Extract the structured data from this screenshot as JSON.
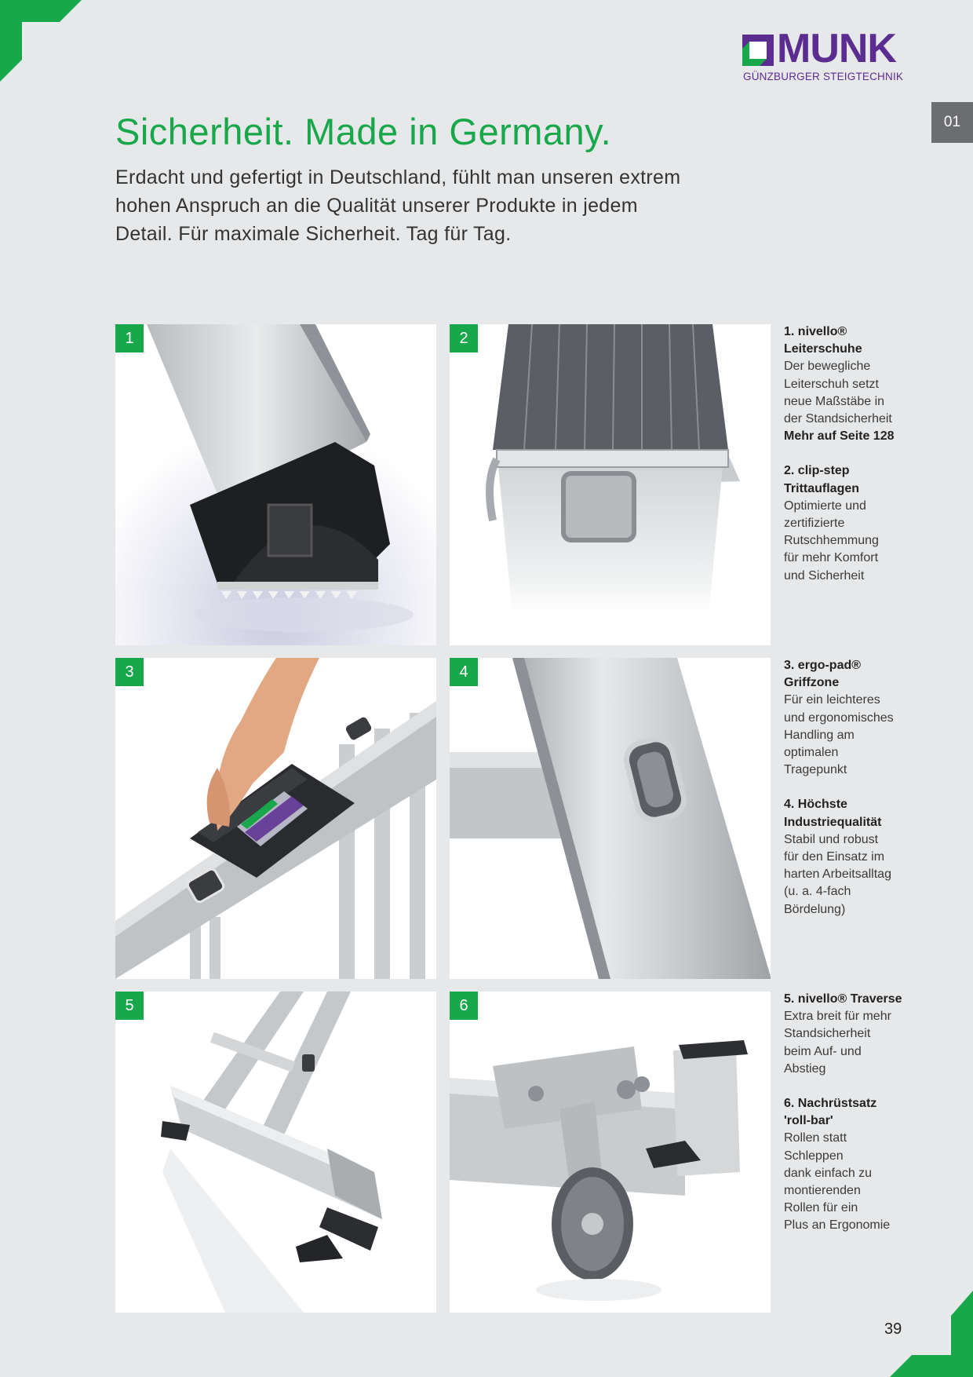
{
  "brand": {
    "name": "MUNK",
    "tagline": "GÜNZBURGER STEIGTECHNIK",
    "green": "#18a84b",
    "purple": "#5c2d91"
  },
  "chapter": "01",
  "title": "Sicherheit. Made in Germany.",
  "intro": "Erdacht und gefertigt in Deutschland, fühlt man unseren extrem hohen Anspruch an die Qualität unserer Produkte in jedem Detail. Für maximale Sicherheit. Tag für Tag.",
  "tiles": [
    {
      "number": "1",
      "icon": "ladder-shoe-photo"
    },
    {
      "number": "2",
      "icon": "step-profile-photo"
    },
    {
      "number": "3",
      "icon": "grip-zone-photo"
    },
    {
      "number": "4",
      "icon": "industrial-quality-photo"
    },
    {
      "number": "5",
      "icon": "traverse-photo"
    },
    {
      "number": "6",
      "icon": "roll-bar-photo"
    }
  ],
  "features": [
    {
      "heading": "1. nivello®\nLeiterschuhe",
      "body": "Der bewegliche\nLeiterschuh setzt\nneue Maßstäbe in\nder Standsicherheit",
      "more": "Mehr auf Seite 128"
    },
    {
      "heading": "2. clip-step\nTrittauflagen",
      "body": "Optimierte und\nzertifizierte\nRutschhemmung\nfür mehr Komfort\nund Sicherheit"
    },
    {
      "heading": "3. ergo-pad®\nGriffzone",
      "body": "Für ein leichteres\nund ergonomisches\nHandling am\noptimalen\nTragepunkt"
    },
    {
      "heading": "4. Höchste\nIndustriequalität",
      "body": "Stabil und robust\nfür den Einsatz im\nharten Arbeitsalltag\n(u. a. 4-fach\nBördelung)"
    },
    {
      "heading": "5. nivello® Traverse",
      "body": "Extra breit für mehr\nStandsicherheit\nbeim Auf- und\nAbstieg"
    },
    {
      "heading": "6. Nachrüstsatz\n'roll-bar'",
      "body": "Rollen statt\nSchleppen\ndank einfach zu\nmontierenden\nRollen für ein\nPlus an Ergonomie"
    }
  ],
  "page_number": "39"
}
